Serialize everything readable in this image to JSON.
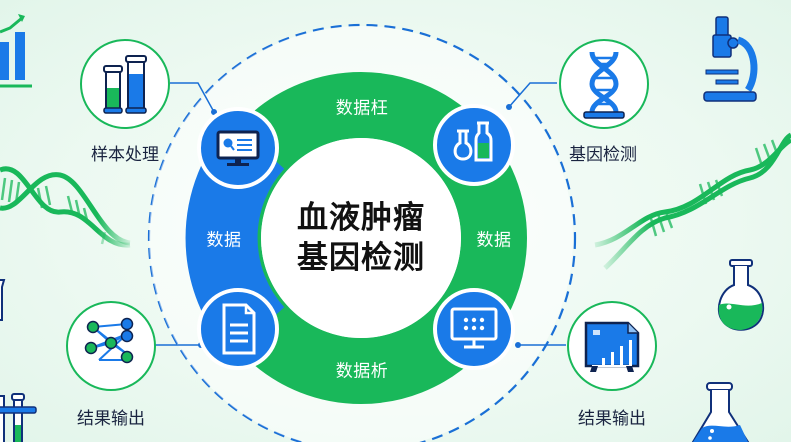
{
  "center": {
    "title_line1": "血液肿瘤",
    "title_line2": "基因检测"
  },
  "ring": {
    "segments": [
      {
        "position": "top",
        "label": "数据枉",
        "color": "#19b85a"
      },
      {
        "position": "right",
        "label": "数据",
        "color": "#19b85a"
      },
      {
        "position": "bottom",
        "label": "数据析",
        "color": "#19b85a"
      },
      {
        "position": "left",
        "label": "数据",
        "color": "#1a7ae8"
      }
    ]
  },
  "nodes": [
    {
      "position": "top-left",
      "icon": "monitor-search-icon"
    },
    {
      "position": "top-right",
      "icon": "lab-flasks-icon"
    },
    {
      "position": "bottom-left",
      "icon": "document-icon"
    },
    {
      "position": "bottom-right",
      "icon": "monitor-grid-icon"
    }
  ],
  "satellites": [
    {
      "position": "top-left",
      "label": "样本处理",
      "icon": "test-tubes-icon"
    },
    {
      "position": "top-right",
      "label": "基因检测",
      "icon": "dna-icon"
    },
    {
      "position": "bottom-left",
      "label": "结果输出",
      "icon": "network-icon"
    },
    {
      "position": "bottom-right",
      "label": "结果输出",
      "icon": "report-chart-icon"
    }
  ],
  "decorations": [
    "bar-chart-icon",
    "microscope-icon",
    "dna-helix-left",
    "dna-helix-right",
    "round-flask-icon",
    "erlenmeyer-flask-icon",
    "beaker-icon",
    "test-tube-rack-icon"
  ],
  "colors": {
    "blue": "#1a7ae8",
    "green": "#19b85a",
    "dark": "#1a2440",
    "dashed": "#1a6fd6"
  }
}
